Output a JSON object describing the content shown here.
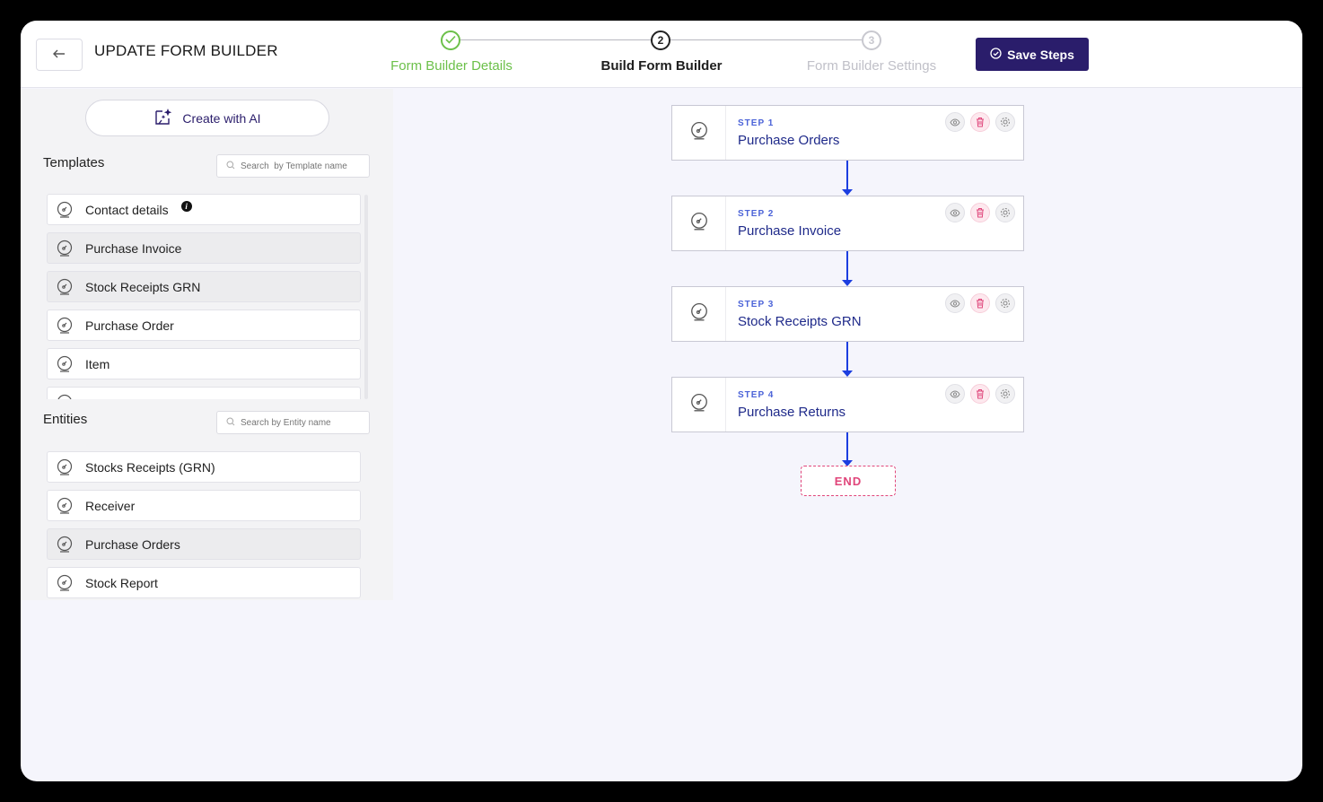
{
  "header": {
    "back_icon": "arrow-left-icon",
    "title": "UPDATE FORM BUILDER",
    "steps": [
      {
        "number": "",
        "label": "Form Builder Details",
        "state": "done"
      },
      {
        "number": "2",
        "label": "Build Form Builder",
        "state": "active"
      },
      {
        "number": "3",
        "label": "Form Builder Settings",
        "state": "future"
      }
    ],
    "save_label": "Save Steps"
  },
  "sidebar": {
    "ai_button_label": "Create with AI",
    "templates": {
      "title": "Templates",
      "search_placeholder": "Search  by Template name",
      "items": [
        {
          "label": "Contact details",
          "selected": false,
          "info": true
        },
        {
          "label": "Purchase Invoice",
          "selected": true
        },
        {
          "label": "Stock Receipts GRN",
          "selected": true
        },
        {
          "label": "Purchase Order",
          "selected": false
        },
        {
          "label": "Item",
          "selected": false
        }
      ]
    },
    "entities": {
      "title": "Entities",
      "search_placeholder": "Search by Entity name",
      "items": [
        {
          "label": "Stocks Receipts (GRN)",
          "selected": false
        },
        {
          "label": "Receiver",
          "selected": false
        },
        {
          "label": "Purchase Orders",
          "selected": true
        },
        {
          "label": "Stock Report",
          "selected": false
        }
      ]
    }
  },
  "flow": {
    "steps": [
      {
        "step": "STEP 1",
        "name": "Purchase Orders"
      },
      {
        "step": "STEP 2",
        "name": "Purchase Invoice"
      },
      {
        "step": "STEP 3",
        "name": "Stock Receipts GRN"
      },
      {
        "step": "STEP 4",
        "name": "Purchase Returns"
      }
    ],
    "end_label": "END"
  },
  "colors": {
    "accent": "#2a1d6b",
    "done": "#6cc04a",
    "connector": "#1c3ee0",
    "end": "#e0457a",
    "step_text": "#1f2a8a"
  }
}
